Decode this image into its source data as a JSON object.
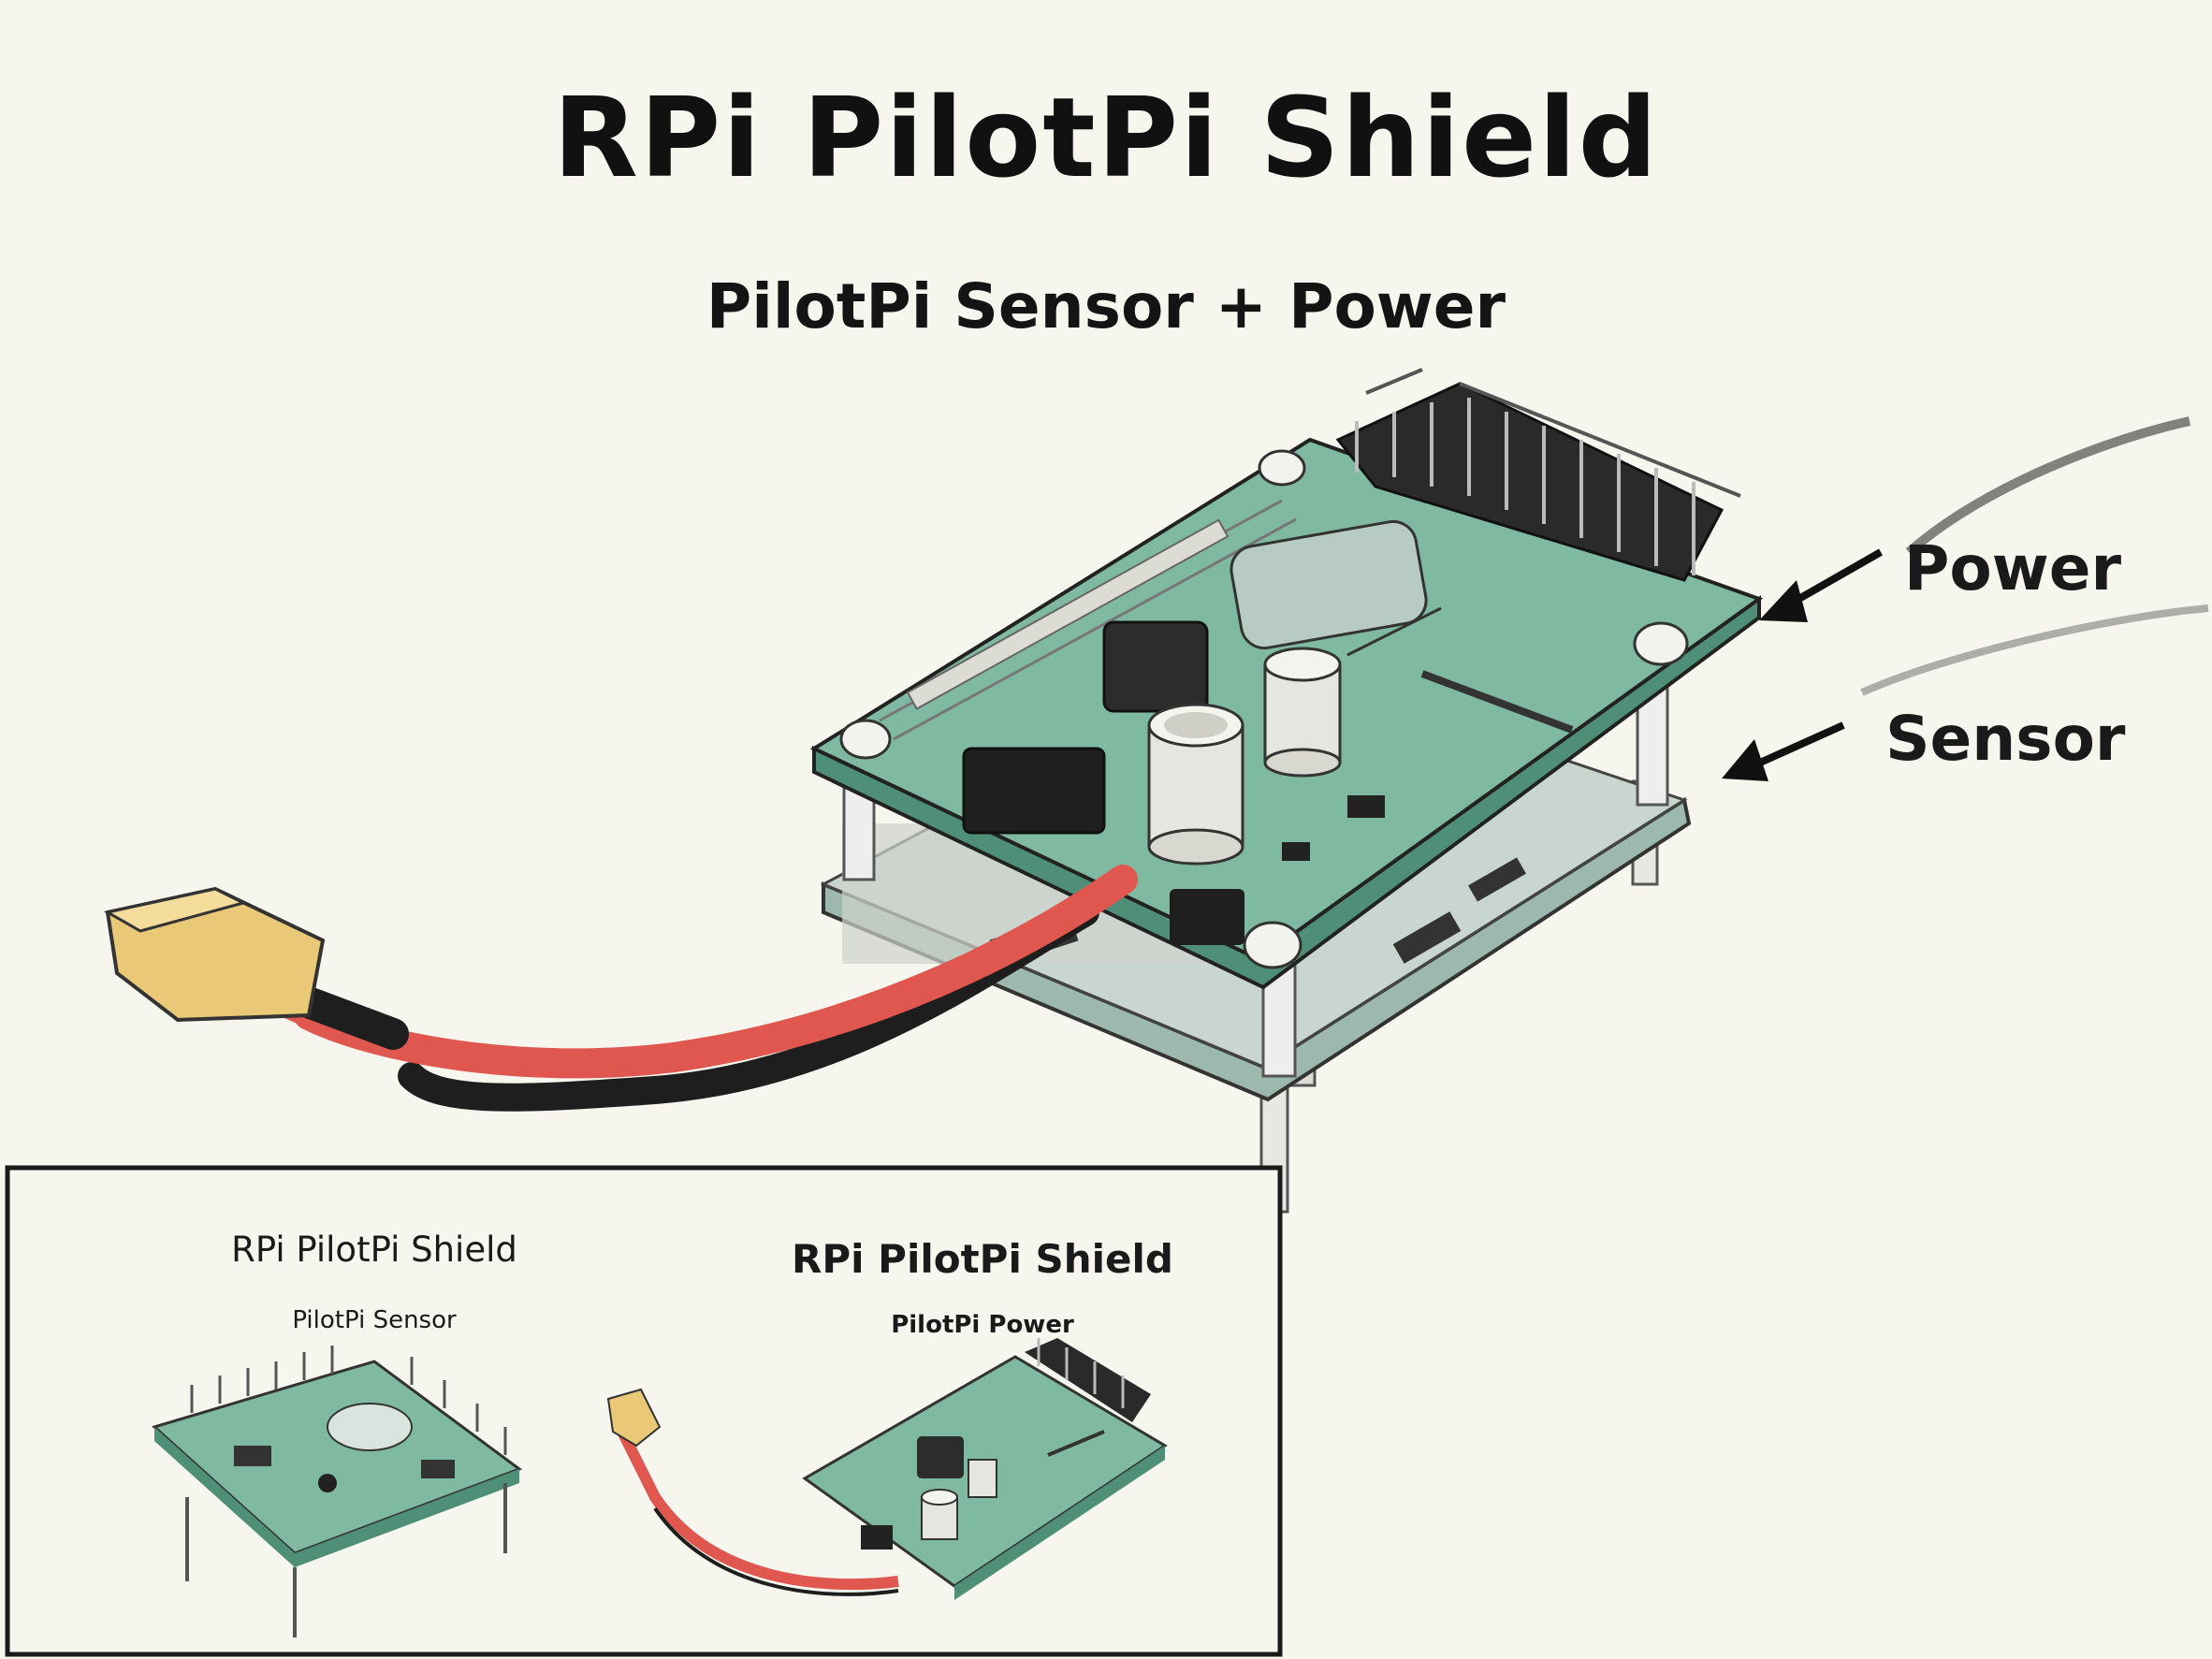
{
  "title": "RPi PilotPi Shield",
  "subtitle": "PilotPi Sensor + Power",
  "callouts": {
    "power": "Power",
    "sensor": "Sensor"
  },
  "inset": {
    "left": {
      "title": "RPi PilotPi Shield",
      "subtitle": "PilotPi Sensor"
    },
    "right": {
      "title": "RPi PilotPi Shield",
      "subtitle": "PilotPi Power"
    }
  },
  "colors": {
    "pcb": "#7fb9a2",
    "pcb_dark": "#4f8f78",
    "wire_red": "#e0574f",
    "wire_black": "#1e1e1e",
    "connector": "#e9c877",
    "background": "#f6f6ee"
  }
}
